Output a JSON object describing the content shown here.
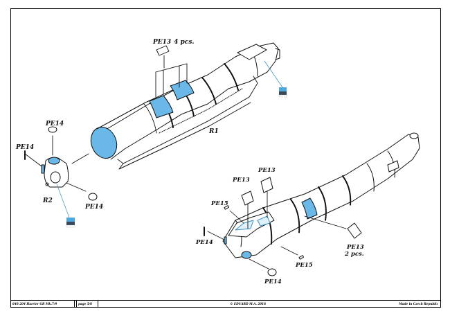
{
  "document": {
    "type": "photo-etch instruction sheet",
    "footer": {
      "model": "648 204  Harrier GR  Mk.7/9",
      "page": "page 5/6",
      "copyright": "© EDUARD  M.A. 2016",
      "origin": "Made in Czech Republic"
    }
  },
  "parts": {
    "r1": {
      "label": "R1"
    },
    "r2": {
      "label": "R2"
    }
  },
  "callouts": {
    "pe13_top": {
      "part": "PE13",
      "qty": "4 pcs."
    },
    "pe14_r2_top": {
      "part": "PE14"
    },
    "pe14_r2_left": {
      "part": "PE14"
    },
    "pe14_r2_right": {
      "part": "PE14"
    },
    "pe13_lower_a": {
      "part": "PE13"
    },
    "pe13_lower_b": {
      "part": "PE13"
    },
    "pe15_upper": {
      "part": "PE15"
    },
    "pe14_lower_left": {
      "part": "PE14"
    },
    "pe15_lower": {
      "part": "PE15"
    },
    "pe14_lower_bottom": {
      "part": "PE14"
    },
    "pe13_lower_right": {
      "part": "PE13",
      "qty": "2 pcs."
    }
  },
  "color_badges": [
    {
      "id": "badge-r1-nose",
      "color": "#5aaee0"
    },
    {
      "id": "badge-r2",
      "color": "#5aaee0"
    }
  ],
  "colors": {
    "highlight_blue": "#6ab8e8",
    "badge_blue": "#4ea8dc",
    "line": "#111111"
  }
}
